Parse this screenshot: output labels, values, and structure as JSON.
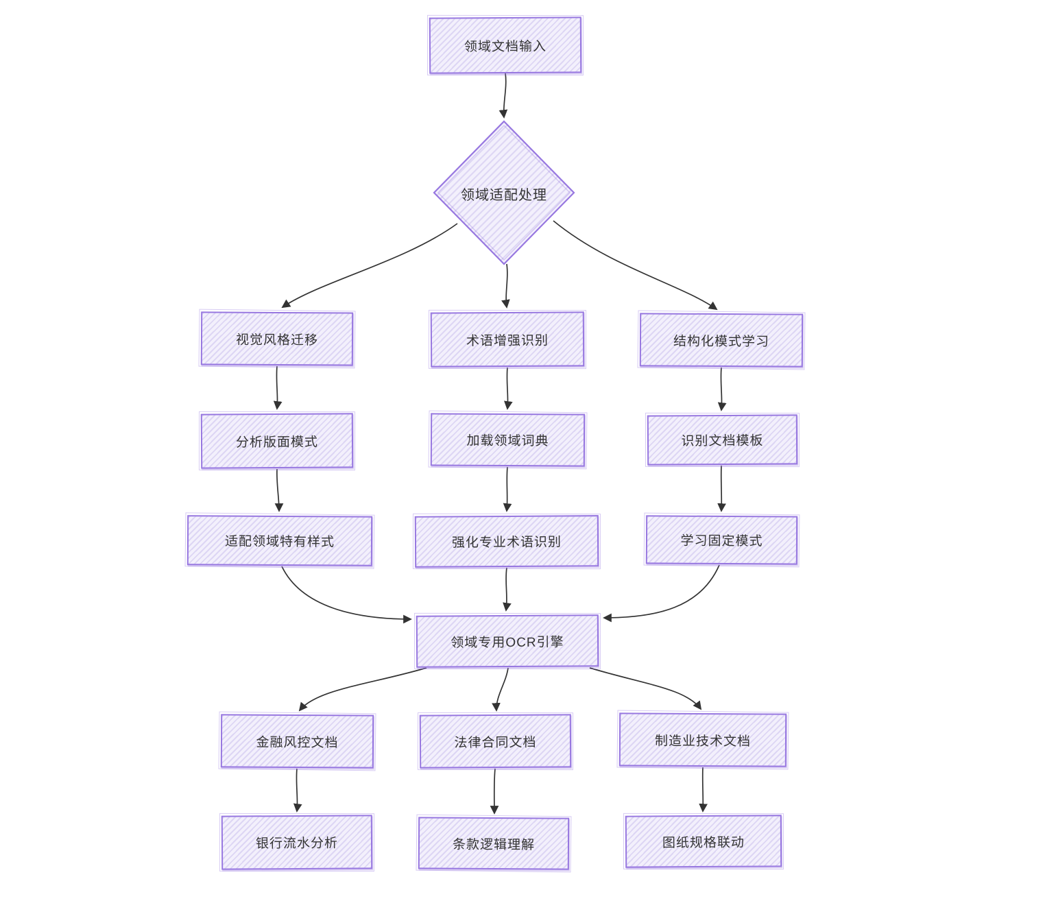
{
  "diagram_type": "flowchart",
  "colors": {
    "node_border": "#9777e0",
    "node_fill": "#f3f0fc",
    "node_hatch": "#ddd6f4",
    "text": "#333333",
    "edge": "#333333",
    "background": "#ffffff"
  },
  "nodes": {
    "domain_input": {
      "label": "领域文档输入",
      "shape": "rect"
    },
    "domain_adapt": {
      "label": "领域适配处理",
      "shape": "diamond"
    },
    "visual_style": {
      "label": "视觉风格迁移",
      "shape": "rect"
    },
    "term_enhance": {
      "label": "术语增强识别",
      "shape": "rect"
    },
    "struct_learn": {
      "label": "结构化模式学习",
      "shape": "rect"
    },
    "layout_pattern": {
      "label": "分析版面模式",
      "shape": "rect"
    },
    "domain_dict": {
      "label": "加载领域词典",
      "shape": "rect"
    },
    "doc_template": {
      "label": "识别文档模板",
      "shape": "rect"
    },
    "domain_style": {
      "label": "适配领域特有样式",
      "shape": "rect"
    },
    "term_strengthen": {
      "label": "强化专业术语识别",
      "shape": "rect"
    },
    "fixed_pattern": {
      "label": "学习固定模式",
      "shape": "rect"
    },
    "ocr_engine": {
      "label": "领域专用OCR引擎",
      "shape": "rect"
    },
    "finance_doc": {
      "label": "金融风控文档",
      "shape": "rect"
    },
    "legal_doc": {
      "label": "法律合同文档",
      "shape": "rect"
    },
    "manu_doc": {
      "label": "制造业技术文档",
      "shape": "rect"
    },
    "bank_flow": {
      "label": "银行流水分析",
      "shape": "rect"
    },
    "clause_logic": {
      "label": "条款逻辑理解",
      "shape": "rect"
    },
    "drawing_spec": {
      "label": "图纸规格联动",
      "shape": "rect"
    }
  },
  "edges": [
    {
      "from": "domain_input",
      "to": "domain_adapt"
    },
    {
      "from": "domain_adapt",
      "to": "visual_style"
    },
    {
      "from": "domain_adapt",
      "to": "term_enhance"
    },
    {
      "from": "domain_adapt",
      "to": "struct_learn"
    },
    {
      "from": "visual_style",
      "to": "layout_pattern"
    },
    {
      "from": "term_enhance",
      "to": "domain_dict"
    },
    {
      "from": "struct_learn",
      "to": "doc_template"
    },
    {
      "from": "layout_pattern",
      "to": "domain_style"
    },
    {
      "from": "domain_dict",
      "to": "term_strengthen"
    },
    {
      "from": "doc_template",
      "to": "fixed_pattern"
    },
    {
      "from": "domain_style",
      "to": "ocr_engine"
    },
    {
      "from": "term_strengthen",
      "to": "ocr_engine"
    },
    {
      "from": "fixed_pattern",
      "to": "ocr_engine"
    },
    {
      "from": "ocr_engine",
      "to": "finance_doc"
    },
    {
      "from": "ocr_engine",
      "to": "legal_doc"
    },
    {
      "from": "ocr_engine",
      "to": "manu_doc"
    },
    {
      "from": "finance_doc",
      "to": "bank_flow"
    },
    {
      "from": "legal_doc",
      "to": "clause_logic"
    },
    {
      "from": "manu_doc",
      "to": "drawing_spec"
    }
  ]
}
